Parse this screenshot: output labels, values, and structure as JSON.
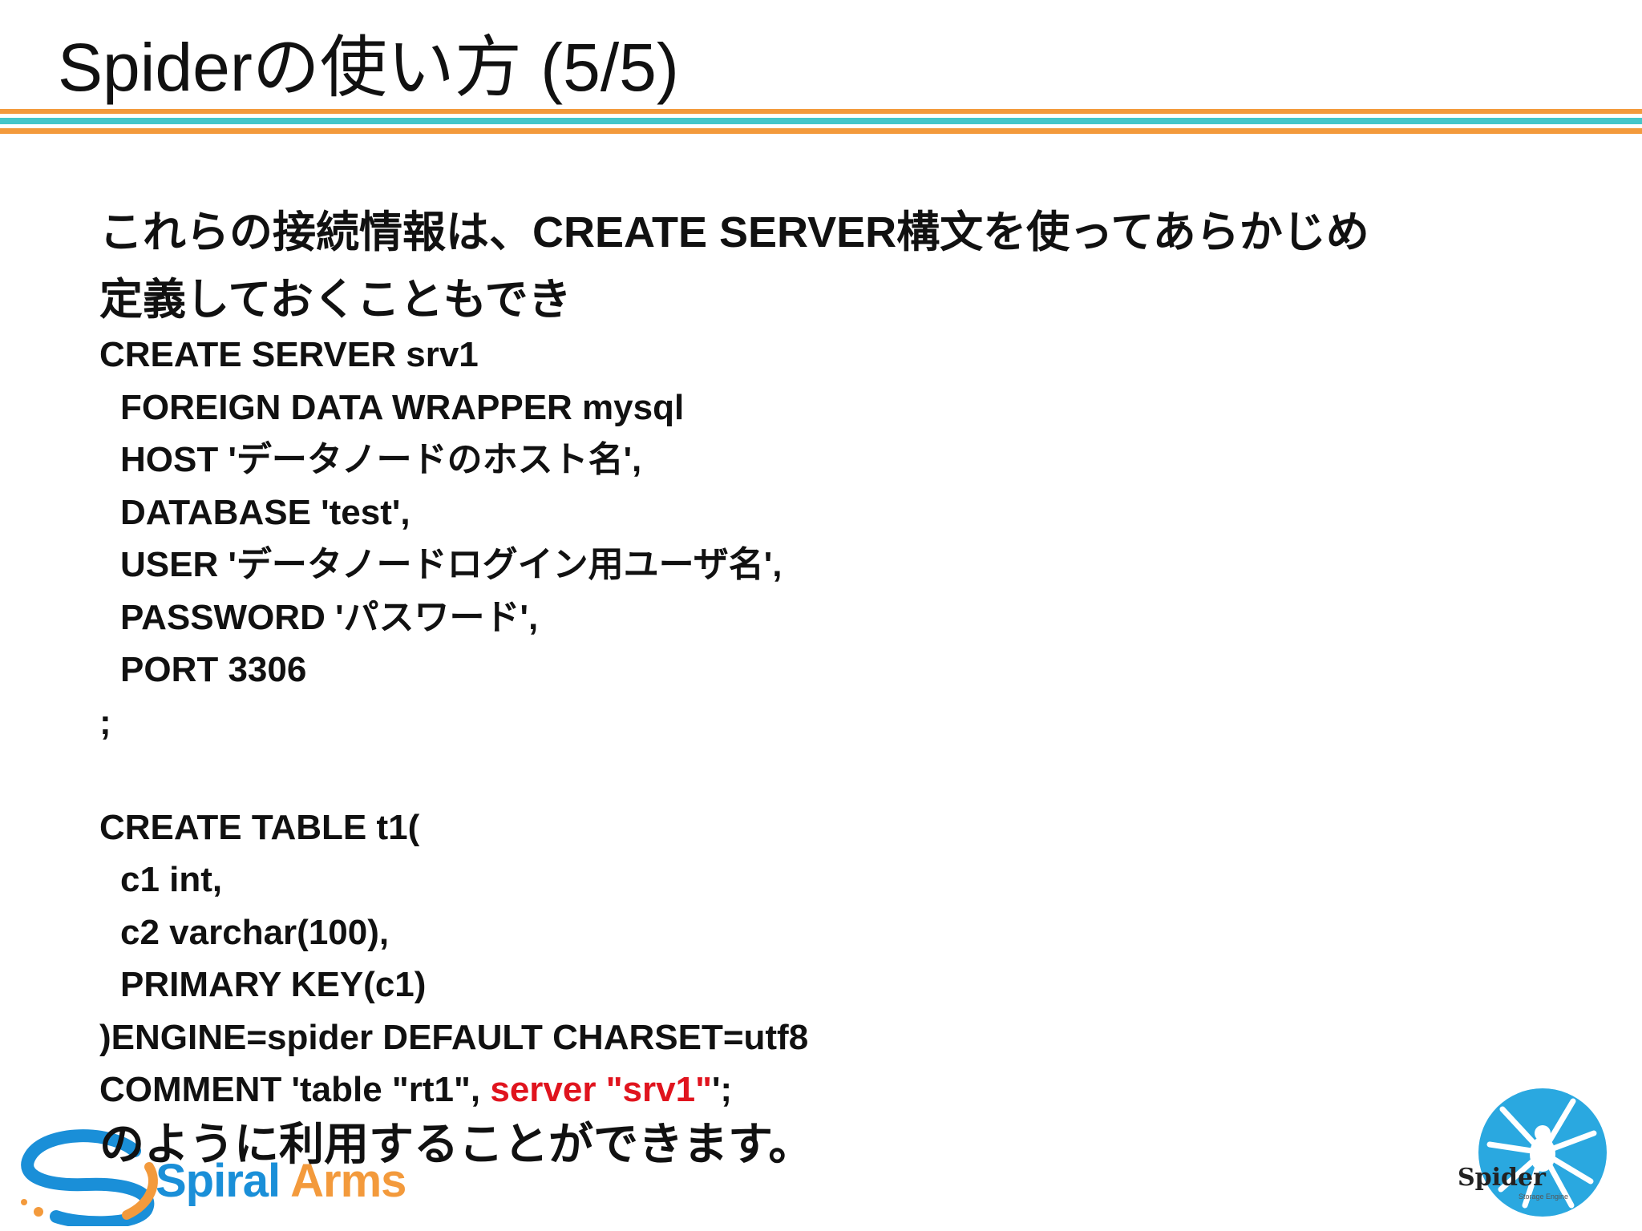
{
  "slide": {
    "title": "Spiderの使い方 (5/5)",
    "intro_line1": "これらの接続情報は、CREATE SERVER構文を使ってあらかじめ",
    "intro_line2": "定義しておくこともでき",
    "code_lines": [
      "CREATE SERVER srv1",
      "FOREIGN DATA WRAPPER mysql",
      "HOST 'データノードのホスト名',",
      "DATABASE 'test',",
      "USER 'データノードログイン用ユーザ名',",
      "PASSWORD 'パスワード',",
      "PORT 3306",
      ";",
      "",
      "CREATE TABLE t1(",
      "c1 int,",
      "c2 varchar(100),",
      "PRIMARY KEY(c1)",
      ")ENGINE=spider DEFAULT CHARSET=utf8"
    ],
    "comment_prefix": "COMMENT 'table \"rt1\", ",
    "comment_highlight": "server \"srv1\"",
    "comment_suffix": "';",
    "outro": "のように利用することができます。"
  },
  "branding": {
    "company_a": "Spiral",
    "company_b": " Arms",
    "product": "Spider",
    "product_sub": "Storage Engine"
  },
  "colors": {
    "orange": "#f39a3c",
    "teal": "#45c6c9",
    "blue": "#1a8fd8",
    "highlight": "#e0141e"
  }
}
